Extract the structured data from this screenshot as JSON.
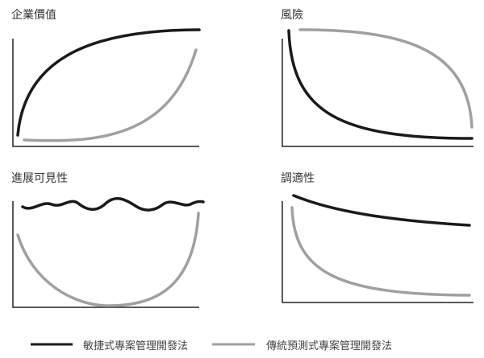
{
  "panels": [
    {
      "title": "企業價值"
    },
    {
      "title": "風險"
    },
    {
      "title": "進展可見性"
    },
    {
      "title": "調適性"
    }
  ],
  "legend": [
    {
      "label": "敏捷式專案管理開發法",
      "color": "#1a1a1a"
    },
    {
      "label": "傳統預測式專案管理開發法",
      "color": "#a0a0a0"
    }
  ]
}
